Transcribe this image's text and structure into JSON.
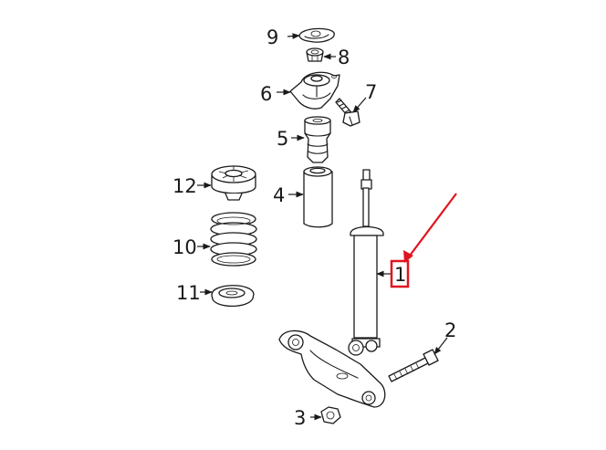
{
  "colors": {
    "ink": "#1a1a1a",
    "highlight": "#e0141e",
    "background": "#ffffff"
  },
  "labels": {
    "part_1": "1",
    "part_2": "2",
    "part_3": "3",
    "part_4": "4",
    "part_5": "5",
    "part_6": "6",
    "part_7": "7",
    "part_8": "8",
    "part_9": "9",
    "part_10": "10",
    "part_11": "11",
    "part_12": "12"
  },
  "highlighted_part": "1"
}
